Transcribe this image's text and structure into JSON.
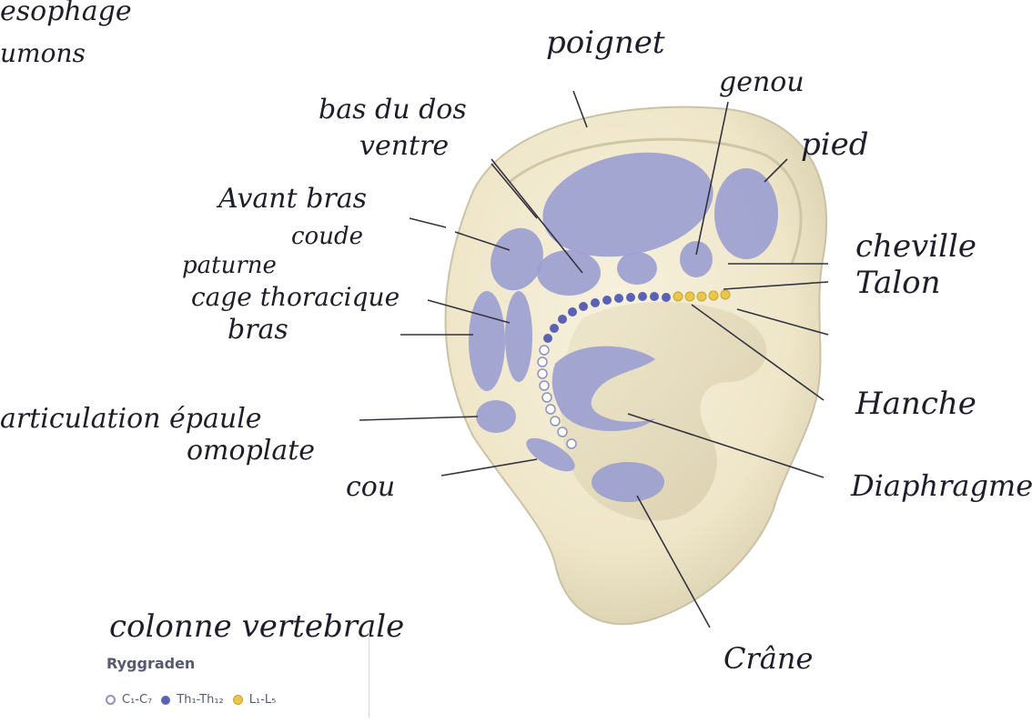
{
  "labels": {
    "oesophage": "esophage",
    "poumons": "umons",
    "poignet": "poignet",
    "bas_du_dos": "bas du dos",
    "ventre": "ventre",
    "genou": "genou",
    "pied": "pied",
    "avant_bras": "Avant bras",
    "coude": "coude",
    "paturon": "paturne",
    "cage_thoracique": "cage thoracique",
    "bras": "bras",
    "cheville": "cheville",
    "talon": "Talon",
    "hanche": "Hanche",
    "articulation_epaule": "articulation épaule",
    "omoplate": "omoplate",
    "cou": "cou",
    "diaphragme": "Diaphragme",
    "crane": "Crâne",
    "colonne_vertebrale": "colonne vertebrale"
  },
  "legend": {
    "title": "Ryggraden",
    "cervical": "C₁-C₇",
    "thoracic": "Th₁-Th₁₂",
    "lumbar": "L₁-L₅"
  },
  "colors": {
    "ear_skin": "#f3ecd6",
    "zone": "#9b9fd0",
    "thoracic_dot": "#5a62b4",
    "lumbar_dot": "#e8c74a",
    "cervical_dot_outline": "#8c92c4"
  }
}
